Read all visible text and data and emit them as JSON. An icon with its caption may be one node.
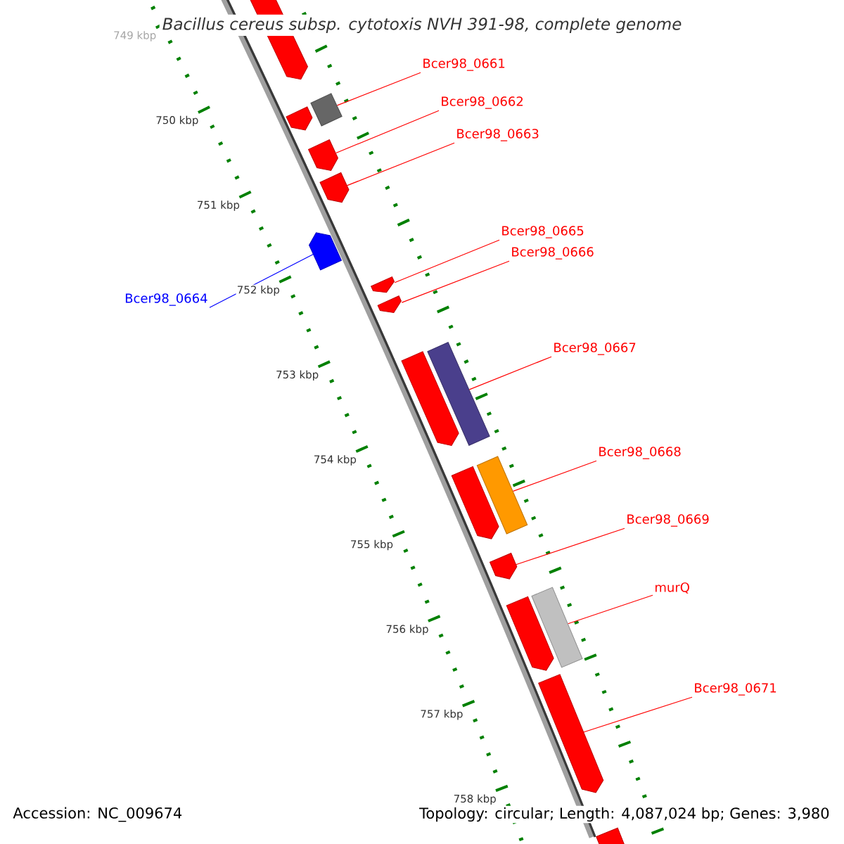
{
  "diagram": {
    "title": "Bacillus cereus subsp. cytotoxis NVH 391-98, complete genome",
    "nodes": [
      {
        "text": [],
        "shape": "arrow"
      },
      {
        "text": [],
        "shape": "arrow"
      },
      {
        "text": [],
        "shape": "box"
      },
      {
        "text": [],
        "shape": "arrow"
      },
      {
        "text": [],
        "shape": "arrow"
      },
      {
        "text": [],
        "shape": "arrow"
      },
      {
        "text": [],
        "shape": "arrow"
      },
      {
        "text": [],
        "shape": "arrow"
      },
      {
        "text": [],
        "shape": "arrow"
      },
      {
        "text": [],
        "shape": "box"
      },
      {
        "text": [],
        "shape": "arrow"
      },
      {
        "text": [],
        "shape": "box"
      },
      {
        "text": [],
        "shape": "arrow"
      },
      {
        "text": [],
        "shape": "arrow"
      },
      {
        "text": [],
        "shape": "box"
      },
      {
        "text": [],
        "shape": "arrow"
      },
      {
        "text": [],
        "shape": "arrow"
      },
      {
        "text": [
          "Bcer98_0661"
        ]
      },
      {
        "text": [
          "Bcer98_0662"
        ]
      },
      {
        "text": [
          "Bcer98_0663"
        ]
      },
      {
        "text": [
          "Bcer98_0664"
        ]
      },
      {
        "text": [
          "Bcer98_0665"
        ]
      },
      {
        "text": [
          "Bcer98_0666"
        ]
      },
      {
        "text": [
          "Bcer98_0667"
        ]
      },
      {
        "text": [
          "Bcer98_0668"
        ]
      },
      {
        "text": [
          "Bcer98_0669"
        ]
      },
      {
        "text": [
          "murQ"
        ]
      },
      {
        "text": [
          "Bcer98_0671"
        ]
      }
    ],
    "edges": [
      {
        "from": 17,
        "to": 2,
        "arrow": "none"
      },
      {
        "from": 18,
        "to": 3,
        "arrow": "none"
      },
      {
        "from": 19,
        "to": 4,
        "arrow": "none"
      },
      {
        "from": 20,
        "to": 5,
        "arrow": "none",
        "color": "#0000ff"
      },
      {
        "from": 21,
        "to": 6,
        "arrow": "none"
      },
      {
        "from": 22,
        "to": 7,
        "arrow": "none"
      },
      {
        "from": 23,
        "to": 9,
        "arrow": "none"
      },
      {
        "from": 24,
        "to": 11,
        "arrow": "none"
      },
      {
        "from": 25,
        "to": 12,
        "arrow": "none"
      },
      {
        "from": 26,
        "to": 14,
        "arrow": "none"
      },
      {
        "from": 27,
        "to": 15,
        "arrow": "none"
      }
    ],
    "labels": [
      "749 kbp",
      "750 kbp",
      "751 kbp",
      "752 kbp",
      "753 kbp",
      "754 kbp",
      "755 kbp",
      "756 kbp",
      "757 kbp",
      "758 kbp",
      "Accession: NC_009674",
      "Topology: circular; Length: 4,087,024 bp; Genes: 3,980"
    ]
  }
}
